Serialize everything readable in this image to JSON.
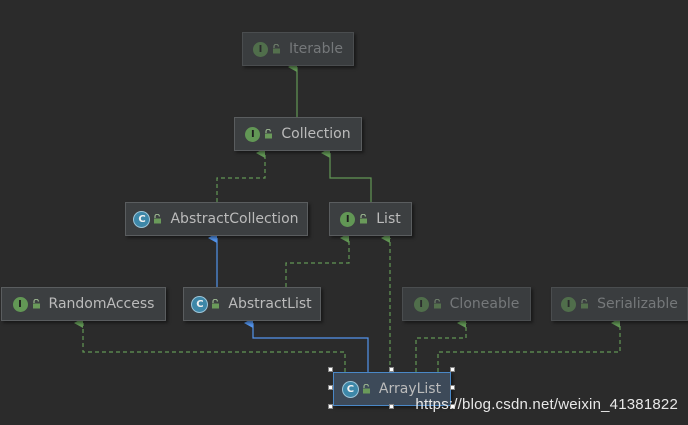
{
  "nodes": {
    "iterable": {
      "label": "Iterable",
      "kind": "I"
    },
    "collection": {
      "label": "Collection",
      "kind": "I"
    },
    "abstract_collection": {
      "label": "AbstractCollection",
      "kind": "C"
    },
    "list": {
      "label": "List",
      "kind": "I"
    },
    "random_access": {
      "label": "RandomAccess",
      "kind": "I"
    },
    "abstract_list": {
      "label": "AbstractList",
      "kind": "C"
    },
    "cloneable": {
      "label": "Cloneable",
      "kind": "I"
    },
    "serializable": {
      "label": "Serializable",
      "kind": "I"
    },
    "array_list": {
      "label": "ArrayList",
      "kind": "C"
    }
  },
  "edges": [
    {
      "from": "collection",
      "to": "iterable",
      "type": "extends-interface"
    },
    {
      "from": "abstract_collection",
      "to": "collection",
      "type": "implements"
    },
    {
      "from": "list",
      "to": "collection",
      "type": "extends-interface"
    },
    {
      "from": "abstract_list",
      "to": "abstract_collection",
      "type": "extends-class"
    },
    {
      "from": "abstract_list",
      "to": "list",
      "type": "implements"
    },
    {
      "from": "array_list",
      "to": "abstract_list",
      "type": "extends-class"
    },
    {
      "from": "array_list",
      "to": "random_access",
      "type": "implements"
    },
    {
      "from": "array_list",
      "to": "list",
      "type": "implements"
    },
    {
      "from": "array_list",
      "to": "cloneable",
      "type": "implements"
    },
    {
      "from": "array_list",
      "to": "serializable",
      "type": "implements"
    }
  ],
  "colors": {
    "background": "#2b2b2b",
    "interface_edge": "#629755",
    "class_edge": "#5394ec",
    "interface_badge": "#629755",
    "class_badge": "#3d87a8"
  },
  "watermark": "https://blog.csdn.net/weixin_41381822"
}
